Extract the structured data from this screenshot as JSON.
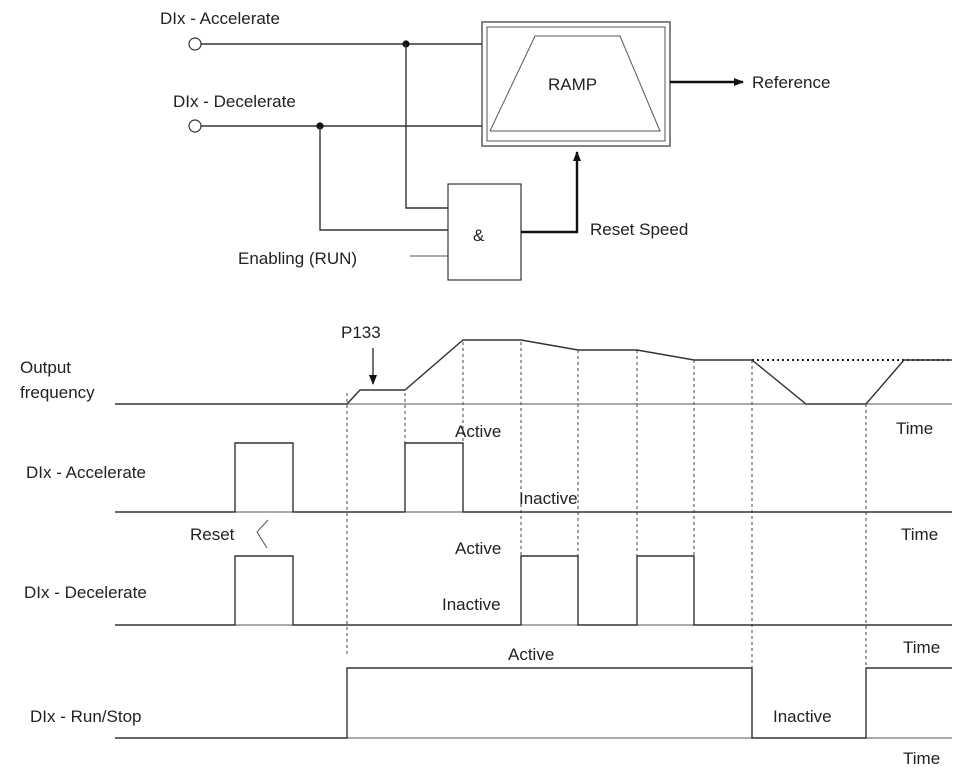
{
  "block": {
    "input_accelerate": "DIx - Accelerate",
    "input_decelerate": "DIx - Decelerate",
    "input_enabling": "Enabling (RUN)",
    "ramp": "RAMP",
    "and_gate": "&",
    "output_reference": "Reference",
    "reset_speed": "Reset Speed"
  },
  "timing": {
    "param": "P133",
    "output_frequency": [
      "Output",
      "frequency"
    ],
    "time_label": "Time",
    "accelerate": {
      "name": "DIx - Accelerate",
      "active": "Active",
      "inactive": "Inactive"
    },
    "decelerate": {
      "name": "DIx - Decelerate",
      "reset": "Reset",
      "active": "Active",
      "inactive": "Inactive"
    },
    "run_stop": {
      "name": "DIx - Run/Stop",
      "active": "Active",
      "inactive": "Inactive"
    }
  }
}
